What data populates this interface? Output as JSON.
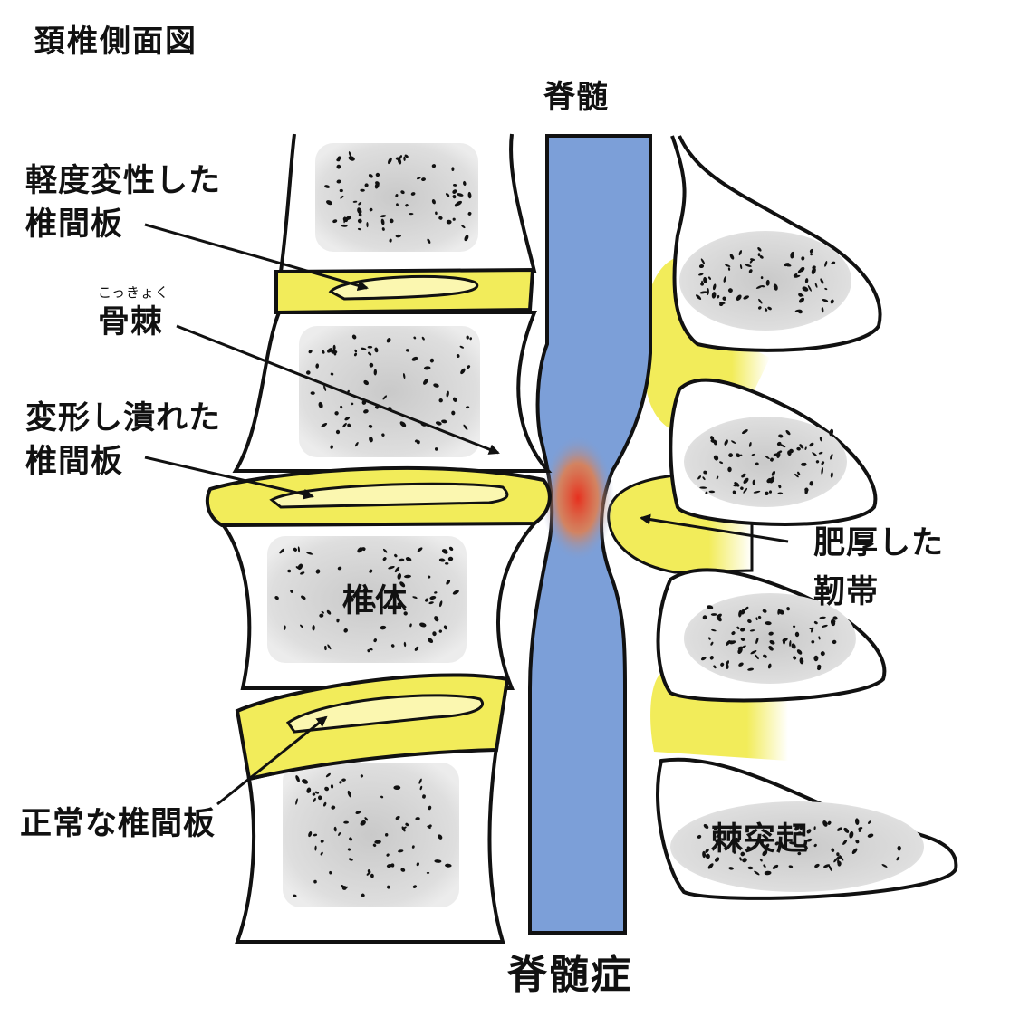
{
  "title": "頚椎側面図",
  "spinal_cord_label": "脊髄",
  "bottom_title": "脊髄症",
  "labels": {
    "mild_disc_line1": "軽度変性した",
    "mild_disc_line2": "椎間板",
    "osteophyte_ruby": "こっきょく",
    "osteophyte": "骨棘",
    "deformed_disc_line1": "変形し潰れた",
    "deformed_disc_line2": "椎間板",
    "vertebral_body": "椎体",
    "normal_disc": "正常な椎間板",
    "ligament_line1": "肥厚した",
    "ligament_line2": "靭帯",
    "spinous_process": "棘突起"
  },
  "colors": {
    "disc_yellow": "#f2ec5a",
    "cord_blue": "#7c9fd8",
    "compression_red": "#e6301f",
    "bone_speckle": "#d6d6d6",
    "outline": "#111111"
  }
}
